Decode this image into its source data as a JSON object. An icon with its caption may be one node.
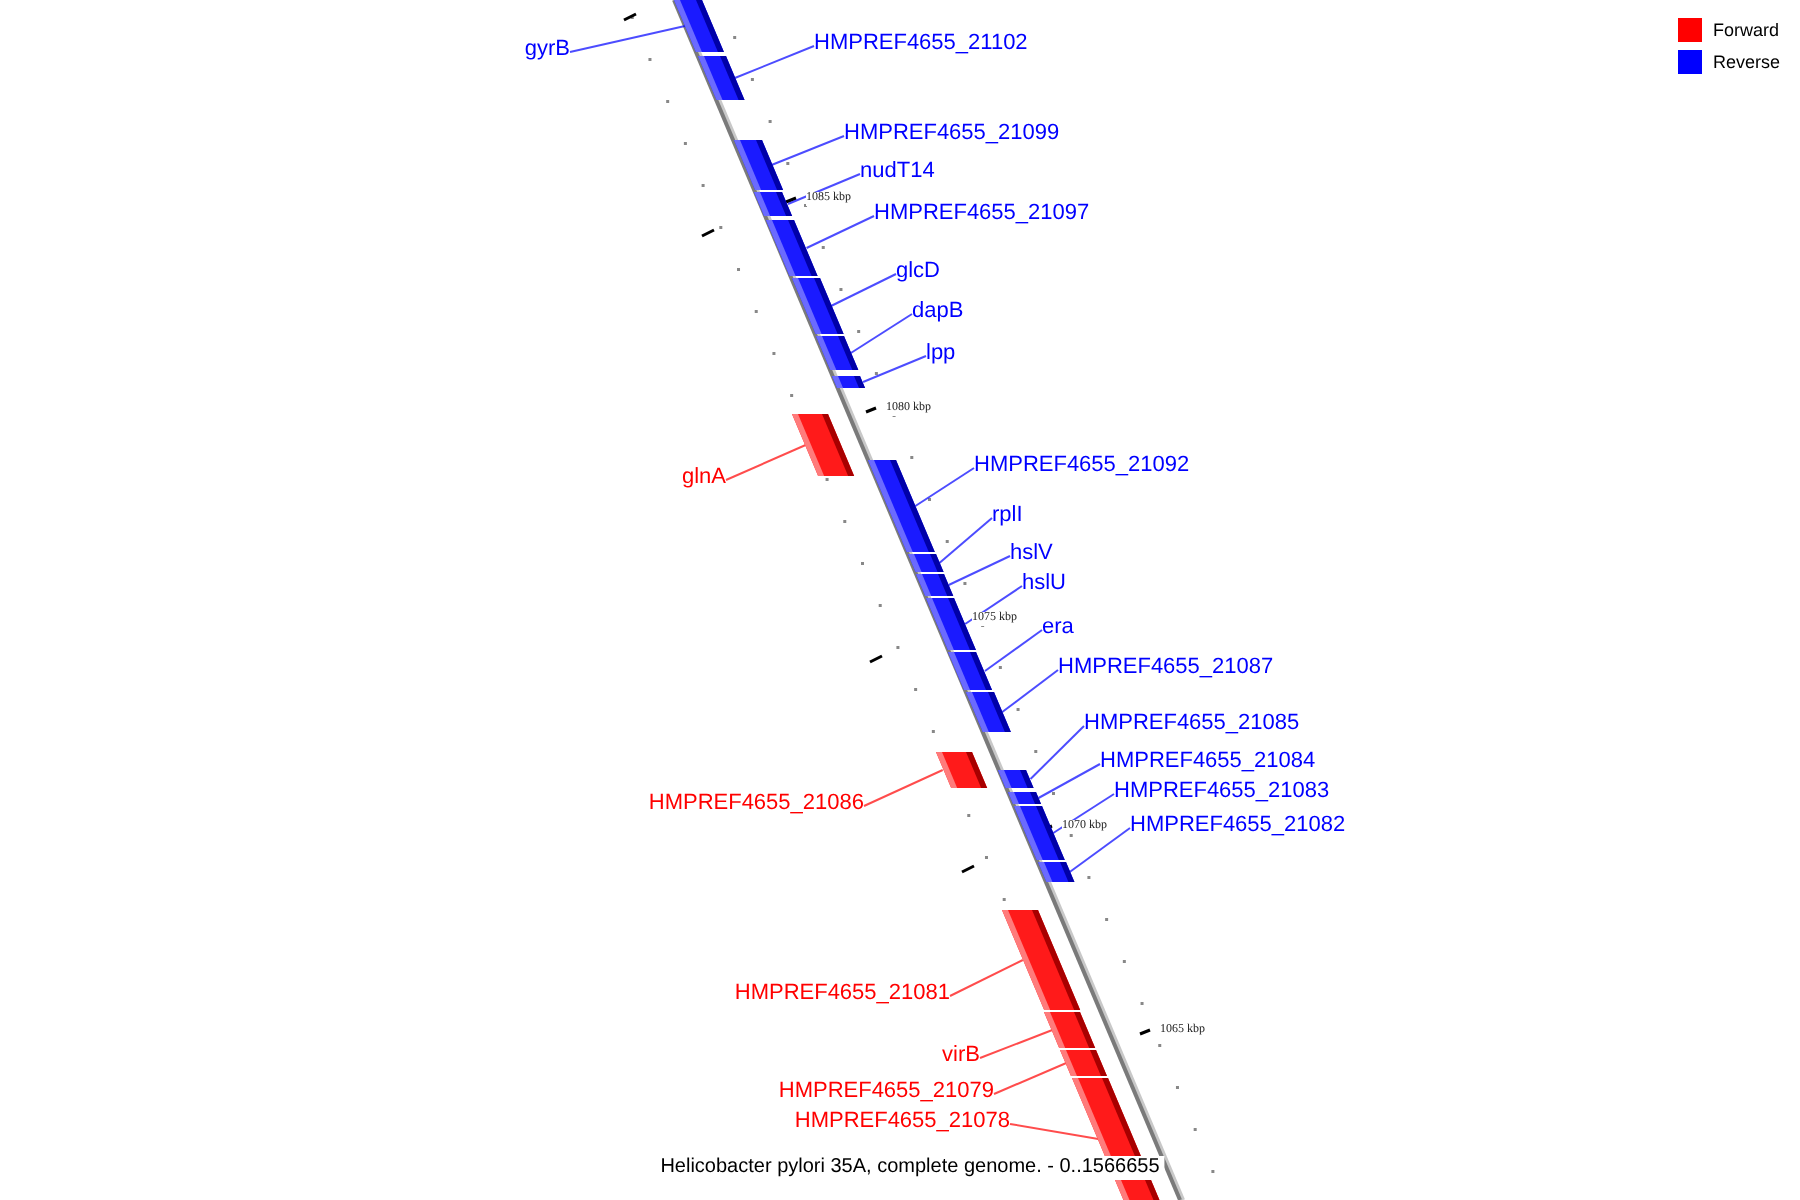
{
  "diagram": {
    "caption": "Helicobacter pylori 35A, complete genome. - 0..1566655",
    "nodes": [
      {
        "text": [
          "gyrB"
        ]
      },
      {
        "text": [],
        "shape": "bar"
      },
      {
        "text": [
          "HMPREF4655_21102"
        ]
      },
      {
        "text": [],
        "shape": "bar"
      },
      {
        "text": [
          "HMPREF4655_21099"
        ]
      },
      {
        "text": [],
        "shape": "bar"
      },
      {
        "text": [
          "nudT14"
        ]
      },
      {
        "text": [],
        "shape": "bar"
      },
      {
        "text": [
          "HMPREF4655_21097"
        ]
      },
      {
        "text": [],
        "shape": "bar"
      },
      {
        "text": [
          "glcD"
        ]
      },
      {
        "text": [],
        "shape": "bar"
      },
      {
        "text": [
          "dapB"
        ]
      },
      {
        "text": [],
        "shape": "bar"
      },
      {
        "text": [
          "lpp"
        ]
      },
      {
        "text": [],
        "shape": "bar"
      },
      {
        "text": [
          "glnA"
        ]
      },
      {
        "text": [],
        "shape": "bar"
      },
      {
        "text": [
          "HMPREF4655_21092"
        ]
      },
      {
        "text": [],
        "shape": "bar"
      },
      {
        "text": [
          "rplI"
        ]
      },
      {
        "text": [],
        "shape": "bar"
      },
      {
        "text": [
          "hslV"
        ]
      },
      {
        "text": [],
        "shape": "bar"
      },
      {
        "text": [
          "hslU"
        ]
      },
      {
        "text": [],
        "shape": "bar"
      },
      {
        "text": [
          "era"
        ]
      },
      {
        "text": [],
        "shape": "bar"
      },
      {
        "text": [
          "HMPREF4655_21087"
        ]
      },
      {
        "text": [],
        "shape": "bar"
      },
      {
        "text": [
          "HMPREF4655_21086"
        ]
      },
      {
        "text": [],
        "shape": "bar"
      },
      {
        "text": [
          "HMPREF4655_21085"
        ]
      },
      {
        "text": [],
        "shape": "bar"
      },
      {
        "text": [
          "HMPREF4655_21084"
        ]
      },
      {
        "text": [],
        "shape": "bar"
      },
      {
        "text": [
          "HMPREF4655_21083"
        ]
      },
      {
        "text": [],
        "shape": "bar"
      },
      {
        "text": [
          "HMPREF4655_21082"
        ]
      },
      {
        "text": [],
        "shape": "bar"
      },
      {
        "text": [
          "HMPREF4655_21081"
        ]
      },
      {
        "text": [],
        "shape": "bar"
      },
      {
        "text": [
          "virB"
        ]
      },
      {
        "text": [],
        "shape": "bar"
      },
      {
        "text": [
          "HMPREF4655_21079"
        ]
      },
      {
        "text": [],
        "shape": "bar"
      },
      {
        "text": [
          "HMPREF4655_21078"
        ]
      },
      {
        "text": [],
        "shape": "bar"
      }
    ],
    "edges": [
      {
        "from": 0,
        "to": 1,
        "arrow": "none"
      },
      {
        "from": 2,
        "to": 3,
        "arrow": "none"
      },
      {
        "from": 4,
        "to": 5,
        "arrow": "none"
      },
      {
        "from": 6,
        "to": 7,
        "arrow": "none"
      },
      {
        "from": 8,
        "to": 9,
        "arrow": "none"
      },
      {
        "from": 10,
        "to": 11,
        "arrow": "none"
      },
      {
        "from": 12,
        "to": 13,
        "arrow": "none"
      },
      {
        "from": 14,
        "to": 15,
        "arrow": "none"
      },
      {
        "from": 16,
        "to": 17,
        "arrow": "none",
        "color": "#ff0000"
      },
      {
        "from": 18,
        "to": 19,
        "arrow": "none"
      },
      {
        "from": 20,
        "to": 21,
        "arrow": "none"
      },
      {
        "from": 22,
        "to": 23,
        "arrow": "none"
      },
      {
        "from": 24,
        "to": 25,
        "arrow": "none"
      },
      {
        "from": 26,
        "to": 27,
        "arrow": "none"
      },
      {
        "from": 28,
        "to": 29,
        "arrow": "none"
      },
      {
        "from": 30,
        "to": 31,
        "arrow": "none",
        "color": "#ff0000"
      },
      {
        "from": 32,
        "to": 33,
        "arrow": "none"
      },
      {
        "from": 34,
        "to": 35,
        "arrow": "none"
      },
      {
        "from": 36,
        "to": 37,
        "arrow": "none"
      },
      {
        "from": 38,
        "to": 39,
        "arrow": "none"
      },
      {
        "from": 40,
        "to": 41,
        "arrow": "none",
        "color": "#ff0000"
      },
      {
        "from": 42,
        "to": 43,
        "arrow": "none",
        "color": "#ff0000"
      },
      {
        "from": 44,
        "to": 45,
        "arrow": "none",
        "color": "#ff0000"
      },
      {
        "from": 46,
        "to": 47,
        "arrow": "none",
        "color": "#ff0000"
      }
    ],
    "labels": [
      "1085 kbp",
      "1080 kbp",
      "1075 kbp",
      "1070 kbp",
      "1065 kbp"
    ],
    "legend": [
      {
        "text": "Forward",
        "color": "#ff0000"
      },
      {
        "text": "Reverse",
        "color": "#0000ff"
      }
    ]
  }
}
